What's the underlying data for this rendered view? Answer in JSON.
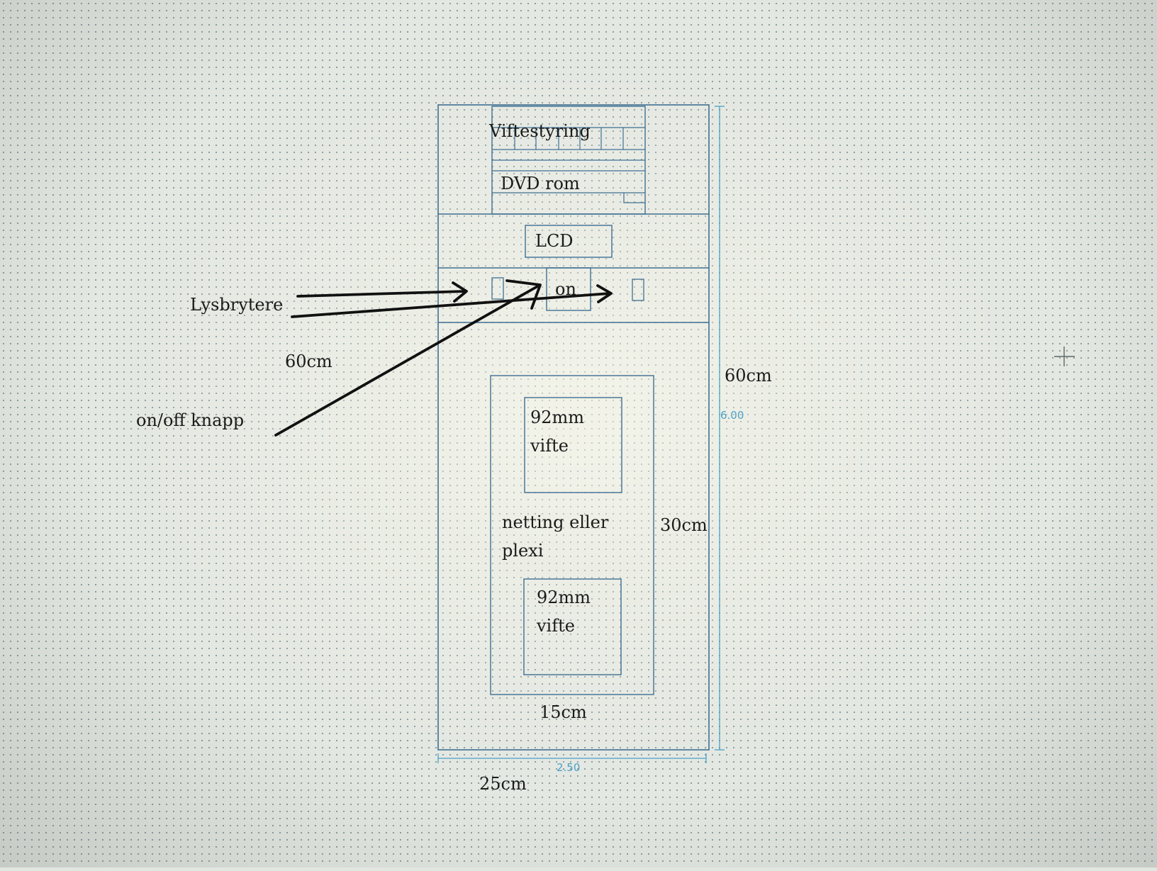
{
  "labels": {
    "viftestyring": "Viftestyring",
    "dvd_rom": "DVD rom",
    "lcd": "LCD",
    "on": "on",
    "lysbrytere": "Lysbrytere",
    "left_60cm": "60cm",
    "on_off_knapp": "on/off knapp",
    "right_60cm": "60cm",
    "fan_top_line1": "92mm",
    "fan_top_line2": "vifte",
    "netting_line1": "netting eller",
    "netting_line2": "plexi",
    "inner_30cm": "30cm",
    "fan_bottom_line1": "92mm",
    "fan_bottom_line2": "vifte",
    "inner_15cm": "15cm",
    "bottom_25cm": "25cm",
    "dim_height": "6.00",
    "dim_width": "2.50"
  },
  "colors": {
    "outline": "#3f6f92",
    "arrow": "#111111",
    "dimension": "#4aa0c8",
    "text": "#1b1b1b"
  }
}
